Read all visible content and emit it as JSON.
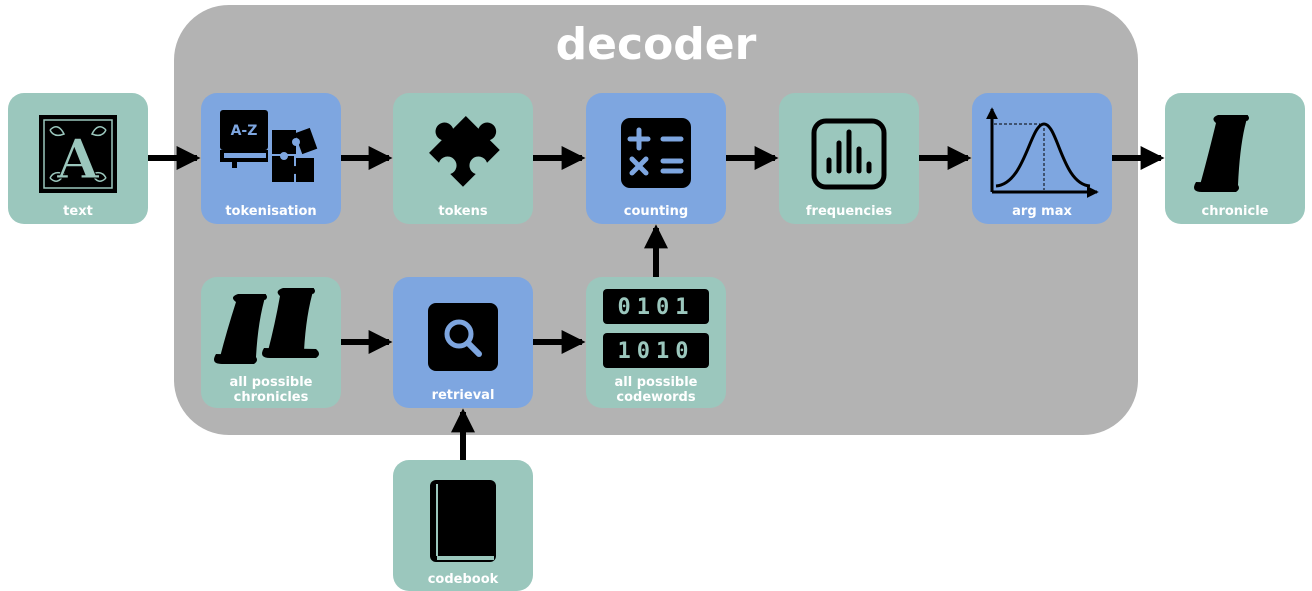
{
  "container": {
    "title": "decoder"
  },
  "colors": {
    "container": "#b3b3b3",
    "teal": "#9bc7bd",
    "blue": "#7ea6e0",
    "icon": "#000000",
    "arrow": "#000000",
    "label": "#ffffff",
    "bits": "#9bc7bd"
  },
  "nodes": {
    "text": {
      "label": "text",
      "icon": "illuminated-letter-a-icon"
    },
    "tokenisation": {
      "label": "tokenisation",
      "icon": "dictionary-puzzle-icon"
    },
    "tokens": {
      "label": "tokens",
      "icon": "puzzle-piece-icon"
    },
    "counting": {
      "label": "counting",
      "icon": "calculator-icon"
    },
    "frequencies": {
      "label": "frequencies",
      "icon": "bar-chart-icon"
    },
    "argmax": {
      "label": "arg max",
      "icon": "peak-curve-icon"
    },
    "chronicle": {
      "label": "chronicle",
      "icon": "scroll-icon"
    },
    "all_chronicles": {
      "label_line1": "all possible",
      "label_line2": "chronicles",
      "icon": "scrolls-icon"
    },
    "retrieval": {
      "label": "retrieval",
      "icon": "magnifier-icon"
    },
    "all_codewords": {
      "label_line1": "all possible",
      "label_line2": "codewords",
      "icon": "binary-codes-icon",
      "code1": "0101",
      "code2": "1010"
    },
    "codebook": {
      "label": "codebook",
      "icon": "book-icon"
    }
  },
  "icon_text": {
    "az": "A-Z",
    "letter": "A"
  }
}
